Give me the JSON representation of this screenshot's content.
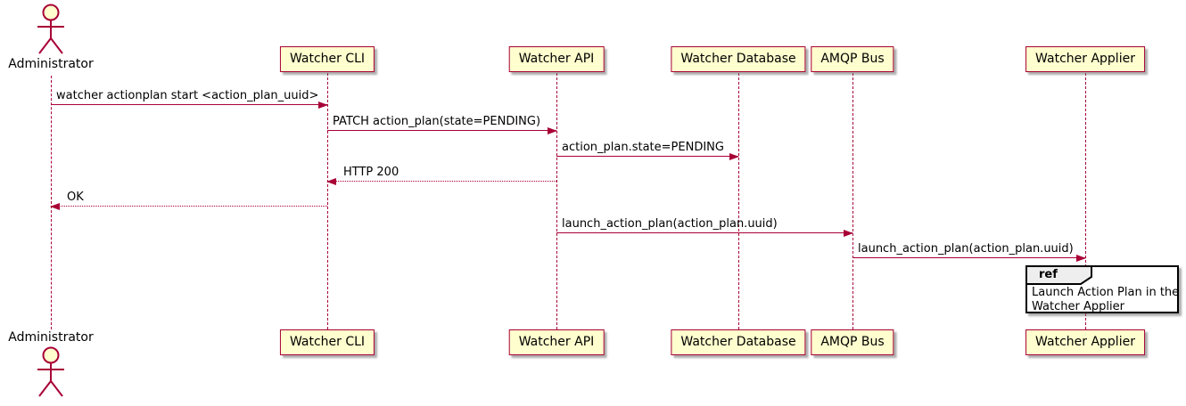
{
  "diagram_type": "uml-sequence-diagram",
  "actor": {
    "label": "Administrator"
  },
  "participants": [
    {
      "id": "watcher-cli",
      "label": "Watcher CLI"
    },
    {
      "id": "watcher-api",
      "label": "Watcher API"
    },
    {
      "id": "watcher-database",
      "label": "Watcher Database"
    },
    {
      "id": "amqp-bus",
      "label": "AMQP Bus"
    },
    {
      "id": "watcher-applier",
      "label": "Watcher Applier"
    }
  ],
  "messages": [
    {
      "from": "Administrator",
      "to": "Watcher CLI",
      "label": "watcher actionplan start <action_plan_uuid>",
      "line": "solid",
      "direction": "right"
    },
    {
      "from": "Watcher CLI",
      "to": "Watcher API",
      "label": "PATCH action_plan(state=PENDING)",
      "line": "solid",
      "direction": "right"
    },
    {
      "from": "Watcher API",
      "to": "Watcher Database",
      "label": "action_plan.state=PENDING",
      "line": "solid",
      "direction": "right"
    },
    {
      "from": "Watcher API",
      "to": "Watcher CLI",
      "label": "HTTP 200",
      "line": "dotted",
      "direction": "left"
    },
    {
      "from": "Watcher CLI",
      "to": "Administrator",
      "label": "OK",
      "line": "dotted",
      "direction": "left"
    },
    {
      "from": "Watcher API",
      "to": "AMQP Bus",
      "label": "launch_action_plan(action_plan.uuid)",
      "line": "solid",
      "direction": "right"
    },
    {
      "from": "AMQP Bus",
      "to": "Watcher Applier",
      "label": "launch_action_plan(action_plan.uuid)",
      "line": "solid",
      "direction": "right"
    }
  ],
  "ref": {
    "keyword": "ref",
    "over": "Watcher Applier",
    "line1": "Launch Action Plan in the",
    "line2": "Watcher Applier"
  },
  "colors": {
    "participant_fill": "#FEFECE",
    "participant_border": "#A80036",
    "arrow_line": "#A80036",
    "text": "#000000",
    "ref_border": "#000000",
    "ref_header_fill": "#EEEEEE",
    "background": "#FFFFFF"
  }
}
